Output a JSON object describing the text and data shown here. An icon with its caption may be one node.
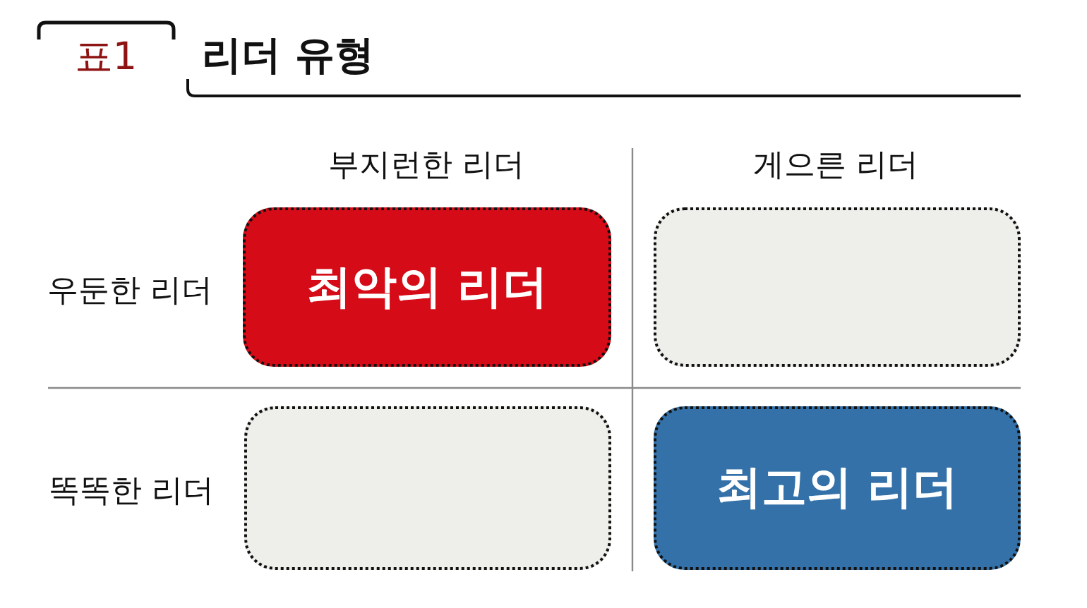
{
  "diagram": {
    "title": "리더 유형",
    "nodes": [
      {
        "text": [
          "최악의 리더"
        ]
      },
      {
        "text": [],
        "shape": "box"
      },
      {
        "text": [],
        "shape": "box"
      },
      {
        "text": [
          "최고의 리더"
        ]
      }
    ],
    "labels": [
      "표1",
      "부지런한 리더",
      "게으른 리더",
      "우둔한 리더",
      "똑똑한 리더"
    ]
  }
}
